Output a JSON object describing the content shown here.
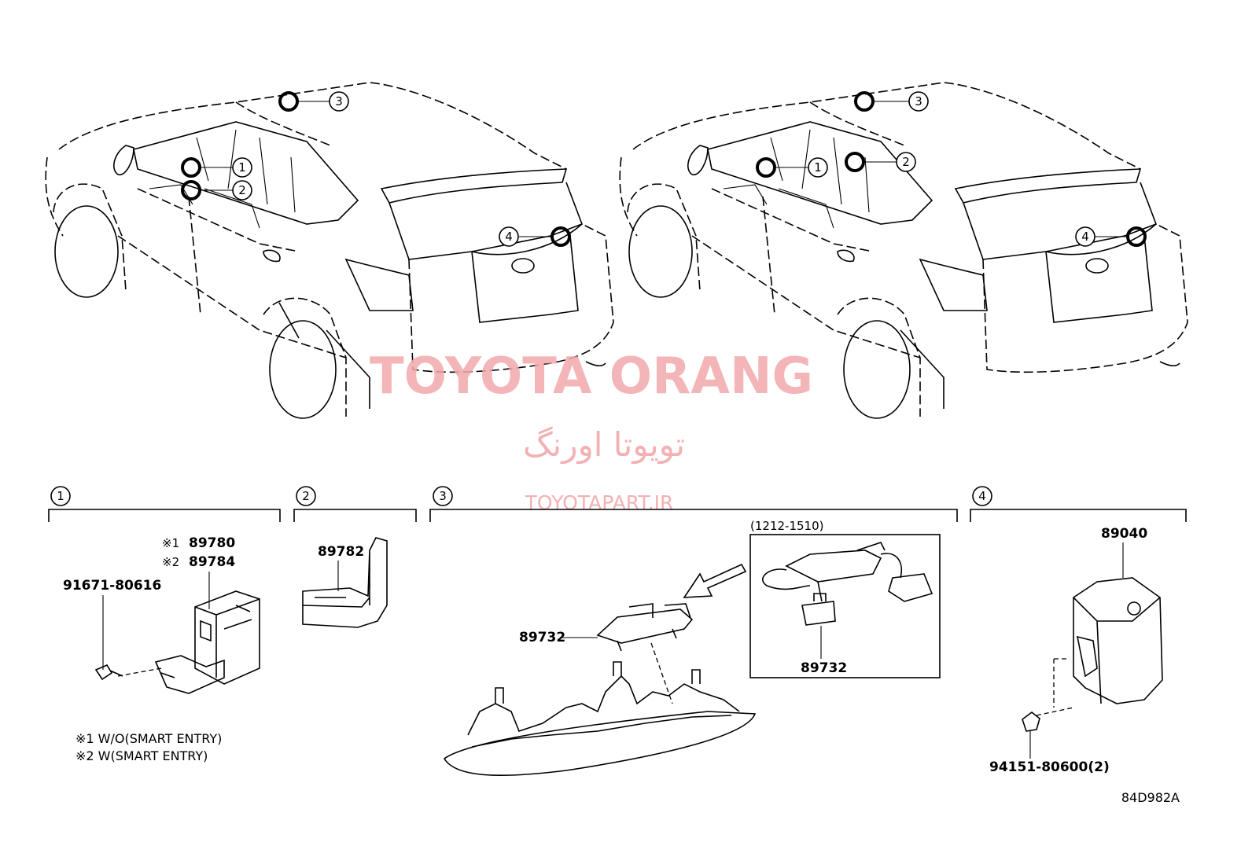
{
  "watermark": {
    "brand": "TOYOTA ORANG",
    "brand_fa": "تویوتا اورنگ",
    "url": "TOYOTAPART.IR"
  },
  "callouts": {
    "c1": "1",
    "c2": "2",
    "c3": "3",
    "c4": "4"
  },
  "parts": {
    "p89780": "89780",
    "p89784": "89784",
    "bolt": "91671-80616",
    "p89782": "89782",
    "range": "(1212-1510)",
    "p89732a": "89732",
    "p89732b": "89732",
    "p89040": "89040",
    "nut": "94151-80600(2)"
  },
  "marks": {
    "m1": "※1",
    "m2": "※2"
  },
  "notes": {
    "n1": "※1 W/O(SMART ENTRY)",
    "n2": "※2 W(SMART ENTRY)"
  },
  "diagram_code": "84D982A"
}
